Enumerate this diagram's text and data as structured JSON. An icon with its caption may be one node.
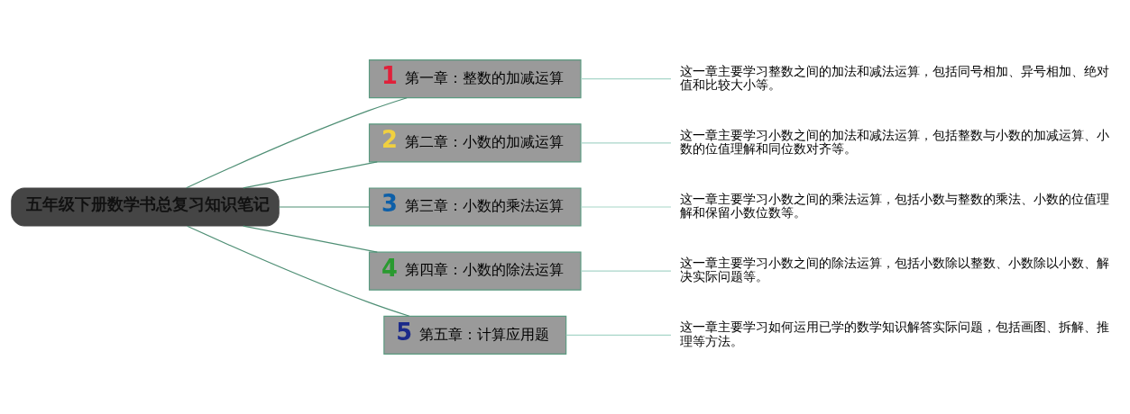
{
  "diagram": {
    "nodes": [
      {
        "text": [
          "五年级下册数学书总复习知识笔记"
        ]
      },
      {
        "text": [
          "1",
          "第一章：整数的加减运算"
        ]
      },
      {
        "text": [
          "这一章主要学习整数之间的加法和减法运算，包括同号相加、异号相加、绝对值和比较大小等。"
        ]
      },
      {
        "text": [
          "2",
          "第二章：小数的加减运算"
        ]
      },
      {
        "text": [
          "这一章主要学习小数之间的加法和减法运算，包括整数与小数的加减运算、小数的位值理解和同位数对齐等。"
        ]
      },
      {
        "text": [
          "3",
          "第三章：小数的乘法运算"
        ]
      },
      {
        "text": [
          "这一章主要学习小数之间的乘法运算，包括小数与整数的乘法、小数的位值理解和保留小数位数等。"
        ]
      },
      {
        "text": [
          "4",
          "第四章：小数的除法运算"
        ]
      },
      {
        "text": [
          "这一章主要学习小数之间的除法运算，包括小数除以整数、小数除以小数、解决实际问题等。"
        ]
      },
      {
        "text": [
          "5",
          "第五章：计算应用题"
        ]
      },
      {
        "text": [
          "这一章主要学习如何运用已学的数学知识解答实际问题，包括画图、拆解、推理等方法。"
        ]
      }
    ],
    "edges": [
      {
        "from": 0,
        "to": 1,
        "arrow": "none",
        "color": "#4f8f75"
      },
      {
        "from": 1,
        "to": 2,
        "arrow": "none",
        "color": "#a8d5c8"
      },
      {
        "from": 0,
        "to": 3,
        "arrow": "none",
        "color": "#4f8f75"
      },
      {
        "from": 3,
        "to": 4,
        "arrow": "none",
        "color": "#a8d5c8"
      },
      {
        "from": 0,
        "to": 5,
        "arrow": "none",
        "color": "#4f8f75"
      },
      {
        "from": 5,
        "to": 6,
        "arrow": "none",
        "color": "#a8d5c8"
      },
      {
        "from": 0,
        "to": 7,
        "arrow": "none",
        "color": "#4f8f75"
      },
      {
        "from": 7,
        "to": 8,
        "arrow": "none",
        "color": "#a8d5c8"
      },
      {
        "from": 0,
        "to": 9,
        "arrow": "none",
        "color": "#4f8f75"
      },
      {
        "from": 9,
        "to": 10,
        "arrow": "none",
        "color": "#a8d5c8"
      }
    ]
  }
}
